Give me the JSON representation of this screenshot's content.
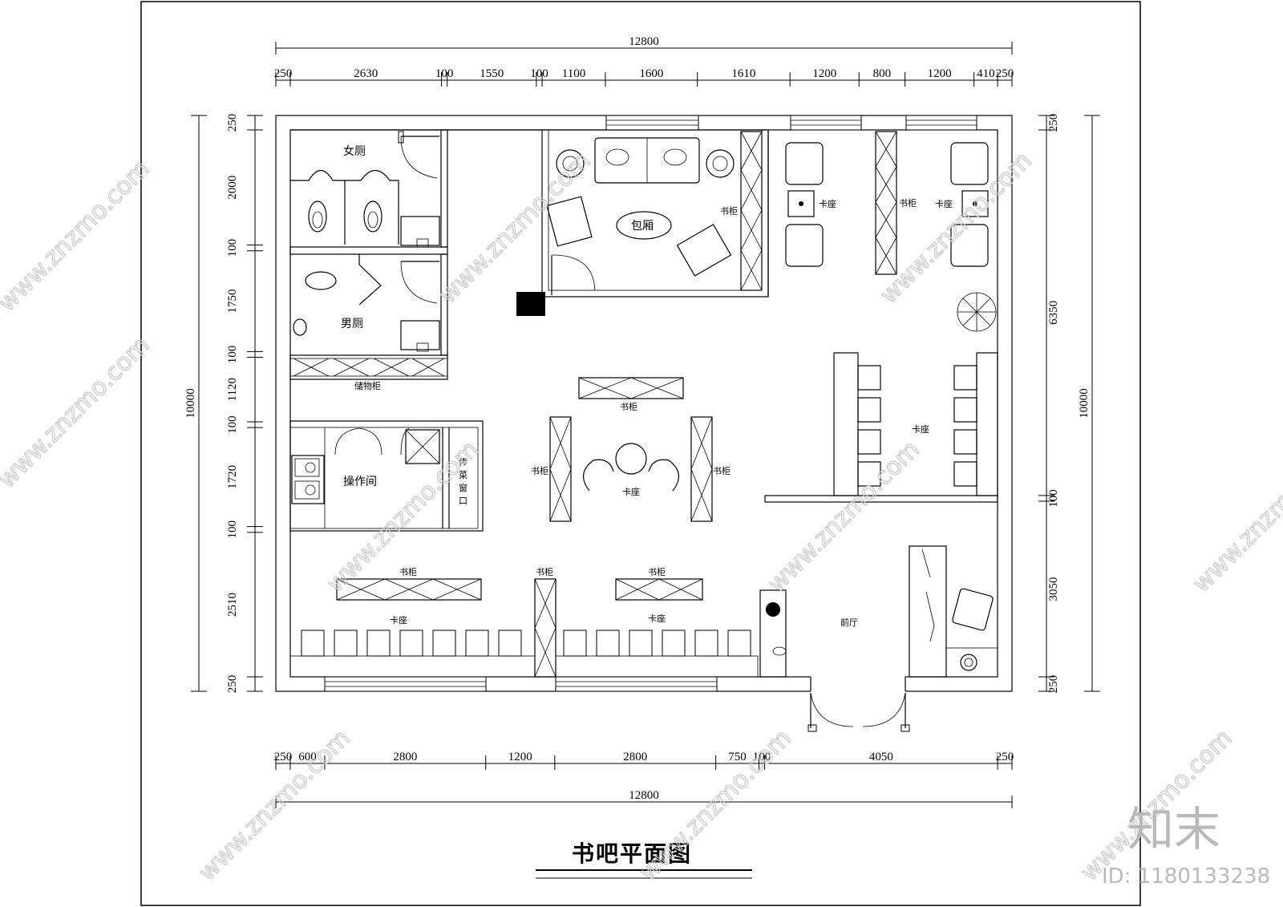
{
  "title": "书吧平面图",
  "dimensions": {
    "top_total": "12800",
    "top_segments": [
      "250",
      "2630",
      "100",
      "1550",
      "100",
      "1100",
      "1600",
      "1610",
      "1200",
      "800",
      "1200",
      "410",
      "250"
    ],
    "bottom_total": "12800",
    "bottom_segments": [
      "250",
      "600",
      "2800",
      "1200",
      "2800",
      "750",
      "100",
      "4050",
      "250"
    ],
    "left_total": "10000",
    "left_segments": [
      "250",
      "2000",
      "100",
      "1750",
      "100",
      "1120",
      "100",
      "1720",
      "100",
      "2510",
      "250"
    ],
    "right_total": "10000",
    "right_segments": [
      "250",
      "6350",
      "100",
      "3050",
      "250"
    ]
  },
  "rooms": {
    "womens_toilet": "女厕",
    "mens_toilet": "男厕",
    "storage_cabinet": "储物柜",
    "operation_room": "操作间",
    "serving_window": [
      "传",
      "菜",
      "窗",
      "口"
    ],
    "private_room": "包厢",
    "reception": "前厅"
  },
  "furniture": {
    "bookcase": "书柜",
    "booth": "卡座"
  },
  "watermark": {
    "site": "www.znzmo.com",
    "logo": "知末",
    "id": "ID: 1180133238"
  }
}
